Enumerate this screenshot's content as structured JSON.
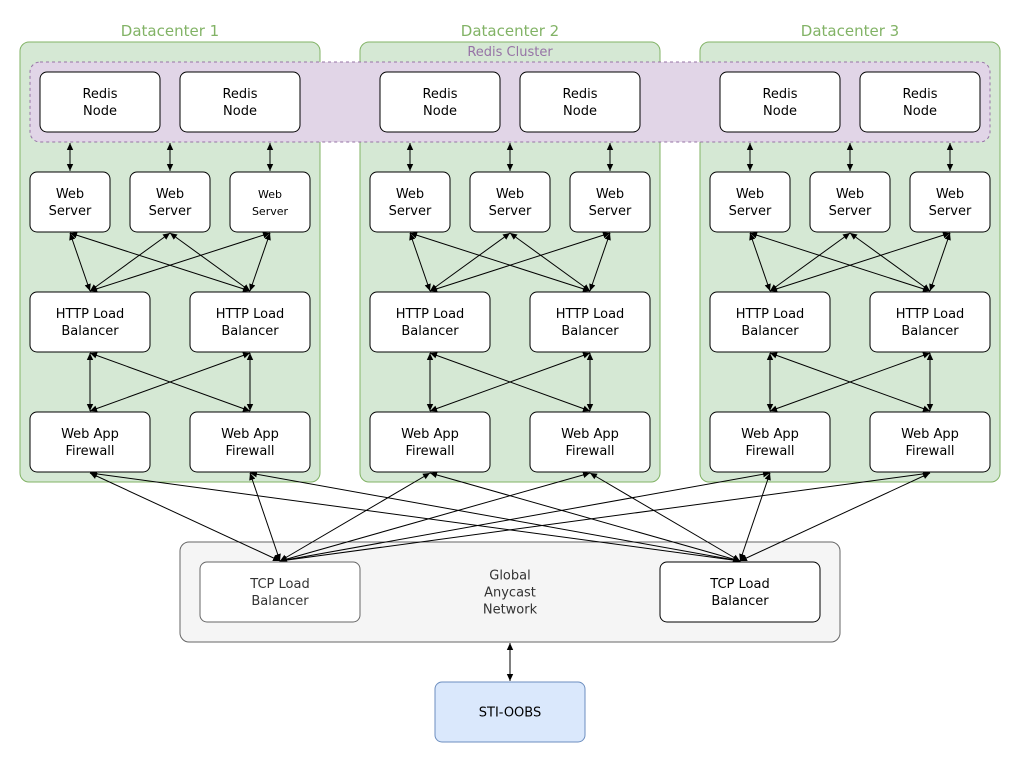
{
  "datacenters": [
    {
      "title": "Datacenter 1",
      "redis_nodes": [
        "Redis\nNode",
        "Redis\nNode"
      ],
      "web_servers": [
        "Web\nServer",
        "Web\nServer",
        "Web\nServer"
      ],
      "load_balancers": [
        "HTTP Load\nBalancer",
        "HTTP Load\nBalancer"
      ],
      "firewalls": [
        "Web App\nFirewall",
        "Web App\nFirewall"
      ]
    },
    {
      "title": "Datacenter 2",
      "redis_nodes": [
        "Redis\nNode",
        "Redis\nNode"
      ],
      "web_servers": [
        "Web\nServer",
        "Web\nServer",
        "Web\nServer"
      ],
      "load_balancers": [
        "HTTP Load\nBalancer",
        "HTTP Load\nBalancer"
      ],
      "firewalls": [
        "Web App\nFirewall",
        "Web App\nFirewall"
      ]
    },
    {
      "title": "Datacenter 3",
      "redis_nodes": [
        "Redis\nNode",
        "Redis\nNode"
      ],
      "web_servers": [
        "Web\nServer",
        "Web\nServer",
        "Web\nServer"
      ],
      "load_balancers": [
        "HTTP Load\nBalancer",
        "HTTP Load\nBalancer"
      ],
      "firewalls": [
        "Web App\nFirewall",
        "Web App\nFirewall"
      ]
    }
  ],
  "redis_cluster": {
    "title": "Redis Cluster"
  },
  "global_network": {
    "label": "Global\nAnycast\nNetwork",
    "tcp_left": "TCP Load\nBalancer",
    "tcp_right": "TCP Load\nBalancer"
  },
  "sti": {
    "label": "STI-OOBS"
  },
  "colors": {
    "datacenter_fill": "#d5e8d4",
    "datacenter_stroke": "#82b366",
    "redis_fill": "#e1d5e7",
    "redis_stroke": "#9673a6",
    "global_fill": "#f5f5f5",
    "sti_fill": "#dae8fc",
    "sti_stroke": "#6c8ebf"
  }
}
